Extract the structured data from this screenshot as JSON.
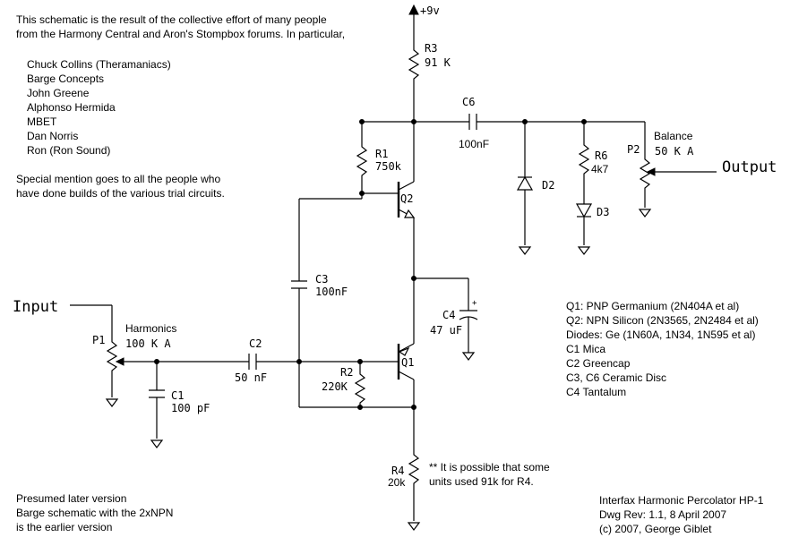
{
  "intro": {
    "line1": "This schematic is the result of the collective effort of many people",
    "line2": "from the Harmony Central and Aron's Stompbox forums. In particular,",
    "people": [
      "Chuck Collins (Theramaniacs)",
      "Barge Concepts",
      "John Greene",
      "Alphonso Hermida",
      "MBET",
      "Dan Norris",
      "Ron (Ron Sound)"
    ],
    "special1": "Special mention goes to all the people who",
    "special2": "have done builds of the various trial circuits."
  },
  "supply": "+9v",
  "labels": {
    "input": "Input",
    "output": "Output",
    "harmonics": "Harmonics",
    "balance": "Balance"
  },
  "components": {
    "r3": {
      "name": "R3",
      "value": "91 K"
    },
    "r1": {
      "name": "R1",
      "value": "750k"
    },
    "q2": "Q2",
    "q1": "Q1",
    "c6": {
      "name": "C6",
      "value": "100nF"
    },
    "d2": "D2",
    "r6": {
      "name": "R6",
      "value": "4k7"
    },
    "d3": "D3",
    "p2": {
      "name": "P2",
      "value": "50 K A"
    },
    "c3": {
      "name": "C3",
      "value": "100nF"
    },
    "c4": {
      "name": "C4",
      "value": "47 uF",
      "polarity": "+"
    },
    "p1": {
      "name": "P1",
      "value": "100 K A"
    },
    "c2": {
      "name": "C2",
      "value": "50 nF"
    },
    "c1": {
      "name": "C1",
      "value": "100 pF"
    },
    "r2": {
      "name": "R2",
      "value": "220K"
    },
    "r4": {
      "name": "R4",
      "value": "20k"
    }
  },
  "parts_list": [
    "Q1: PNP Germanium (2N404A et al)",
    "Q2: NPN Silicon (2N3565, 2N2484 et al)",
    "Diodes: Ge (1N60A, 1N34, 1N595 et al)",
    "C1 Mica",
    "C2 Greencap",
    "C3, C6 Ceramic Disc",
    "C4 Tantalum"
  ],
  "note": {
    "line1": "** It is possible that some",
    "line2": "units used 91k for R4."
  },
  "version_note": [
    "Presumed later version",
    "Barge schematic with the 2xNPN",
    "is the earlier version"
  ],
  "title_block": [
    "Interfax Harmonic Percolator HP-1",
    "Dwg Rev: 1.1, 8 April 2007",
    "(c) 2007, George Giblet"
  ]
}
